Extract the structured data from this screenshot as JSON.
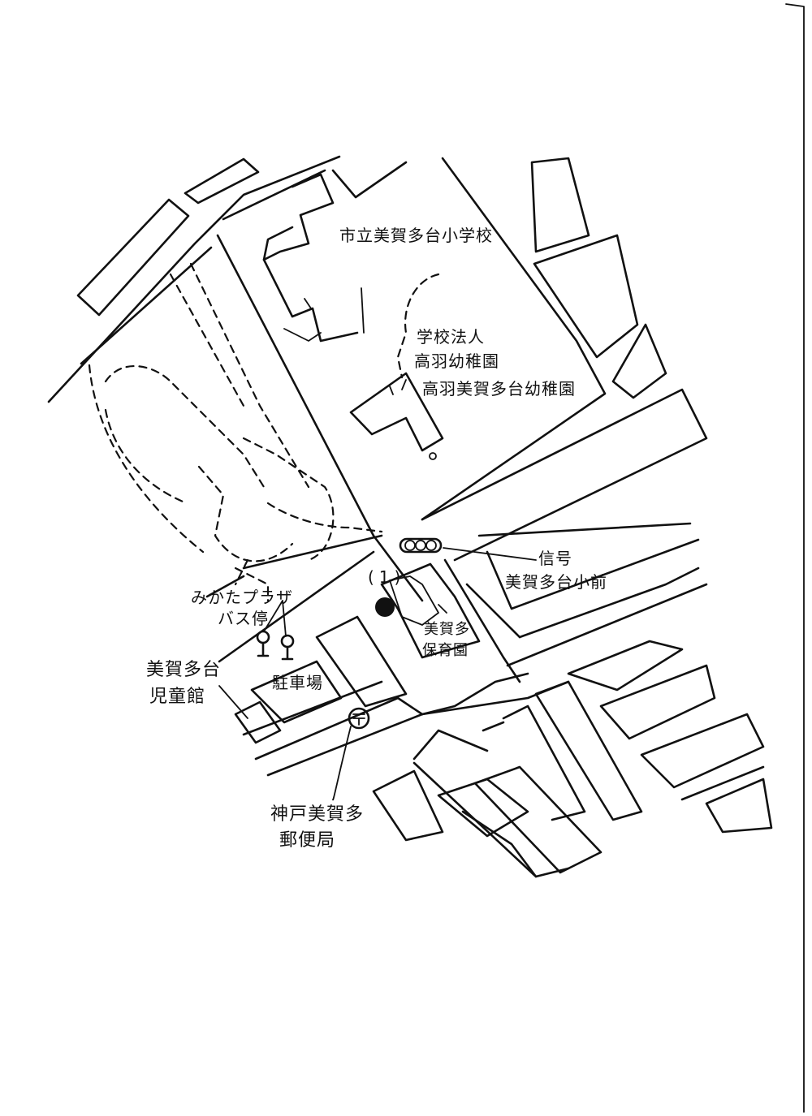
{
  "labels": {
    "elementary_school": "市立美賀多台小学校",
    "school_corp_line1": "学校法人",
    "school_corp_line2": "高羽幼稚園",
    "kindergarten": "高羽美賀多台幼稚園",
    "signal_line1": "信号",
    "signal_line2": "美賀多台小前",
    "marker_number": "(1)",
    "nursery_line1": "美賀多",
    "nursery_line2": "保育園",
    "bus_stop_line1": "みかたプラザ",
    "bus_stop_line2": "バス停",
    "children_hall_line1": "美賀多台",
    "children_hall_line2": "児童館",
    "parking": "駐車場",
    "post_office_line1": "神戸美賀多",
    "post_office_line2": "郵便局"
  },
  "icons": {
    "marker": "filled-circle-icon",
    "post": "post-office-icon",
    "traffic_signal": "traffic-signal-icon",
    "bus_stop": "bus-stop-icon"
  },
  "colors": {
    "ink": "#111111",
    "paper": "#ffffff"
  }
}
